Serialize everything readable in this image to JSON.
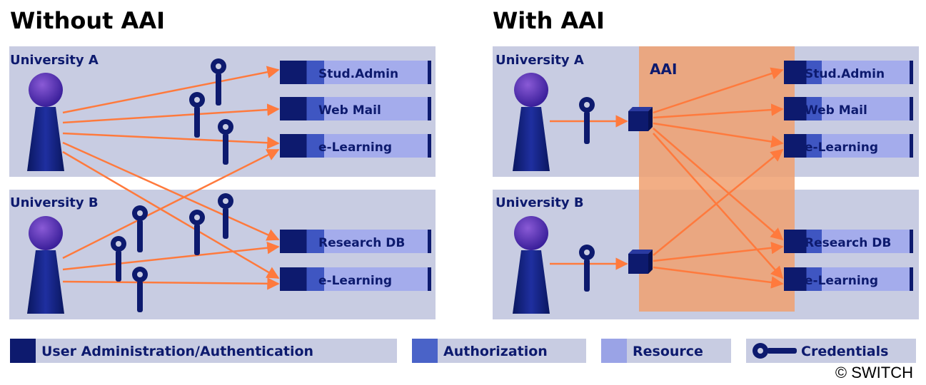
{
  "left_panel": {
    "title": "Without AAI",
    "uni_a": "University A",
    "uni_b": "University B",
    "resources_a": [
      "Stud.Admin",
      "Web Mail",
      "e-Learning"
    ],
    "resources_b": [
      "Research DB",
      "e-Learning"
    ]
  },
  "right_panel": {
    "title": "With AAI",
    "uni_a": "University A",
    "uni_b": "University B",
    "aai_label": "AAI",
    "resources_a": [
      "Stud.Admin",
      "Web Mail",
      "e-Learning"
    ],
    "resources_b": [
      "Research DB",
      "e-Learning"
    ]
  },
  "legend": {
    "user_admin": "User Administration/Authentication",
    "authorization": "Authorization",
    "resource": "Resource",
    "credentials": "Credentials"
  },
  "copyright": "© SWITCH",
  "colors": {
    "panel_bg": "#c8cce2",
    "navy": "#0d1a6e",
    "auth_blue": "#4a63c8",
    "resource_lilac": "#9aa3e6",
    "arrow_orange": "#ff8040",
    "aai_box": "#f0a070"
  }
}
